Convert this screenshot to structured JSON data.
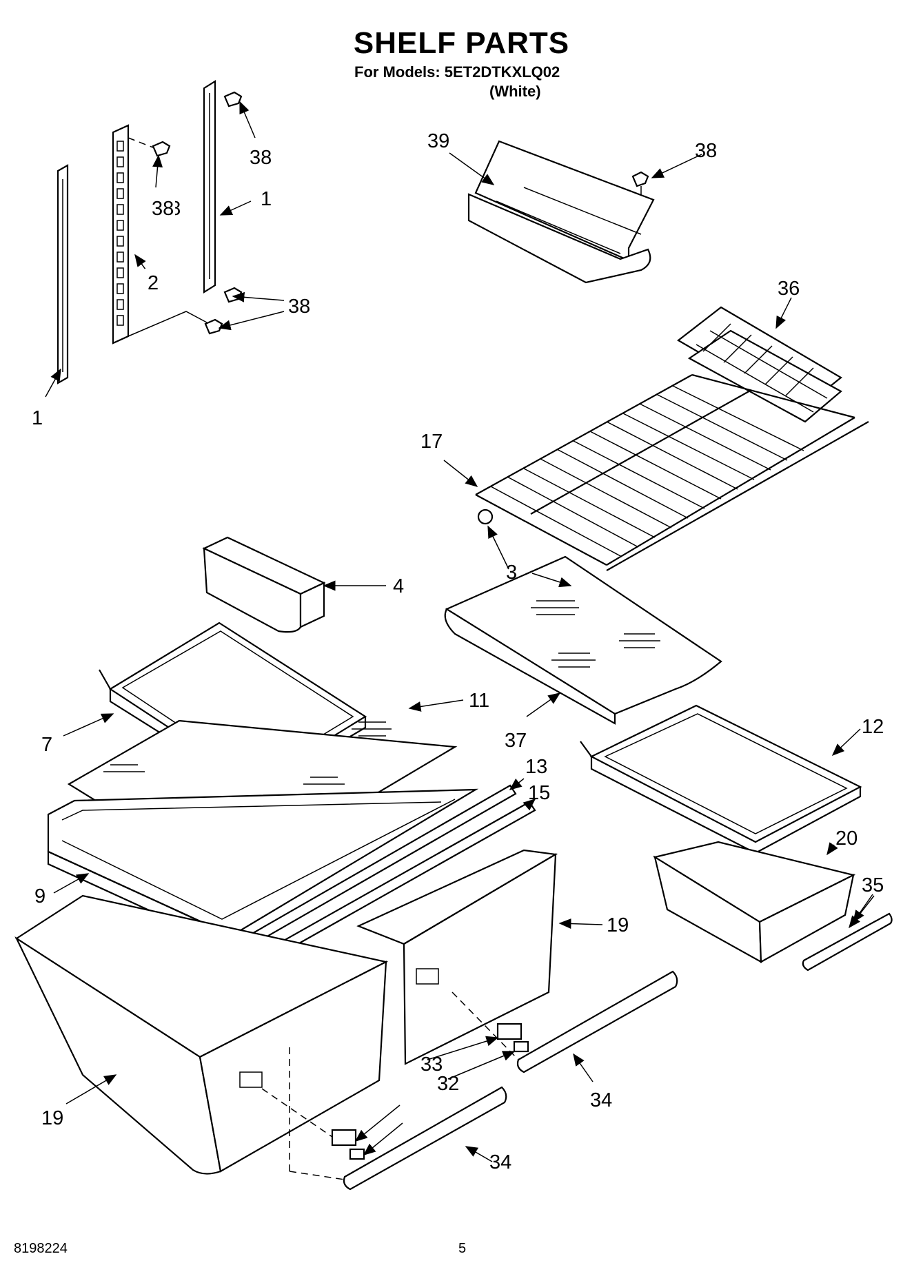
{
  "header": {
    "title": "SHELF PARTS",
    "models_line": "For Models: 5ET2DTKXLQ02",
    "color_line": "(White)"
  },
  "callouts": [
    "1",
    "2",
    "38",
    "38",
    "1",
    "38",
    "39",
    "38",
    "36",
    "17",
    "3",
    "4",
    "11",
    "7",
    "37",
    "12",
    "13",
    "15",
    "9",
    "20",
    "35",
    "19",
    "33",
    "32",
    "34",
    "19",
    "34"
  ],
  "footer": {
    "doc_number": "8198224",
    "page_number": "5"
  }
}
